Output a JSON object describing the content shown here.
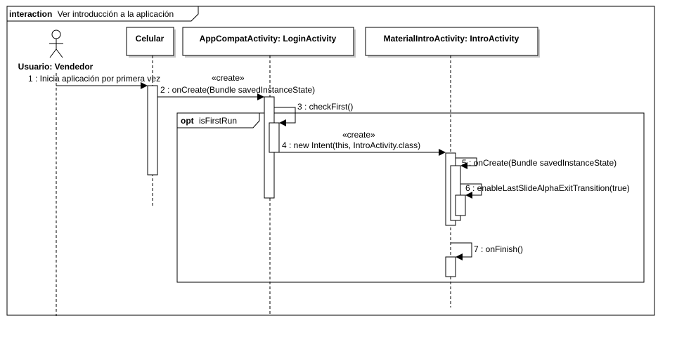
{
  "frame": {
    "keyword": "interaction",
    "title": "Ver introducción a la aplicación"
  },
  "actor": {
    "name": "Usuario: Vendedor"
  },
  "lifelines": {
    "celular": "Celular",
    "login": "AppCompatActivity: LoginActivity",
    "intro": "MaterialIntroActivity: IntroActivity"
  },
  "fragment": {
    "operator": "opt",
    "guard": "isFirstRun"
  },
  "messages": {
    "m1": "1 : Inicia aplicación por primera vez",
    "m1_stereo": "«create»",
    "m2": "2 : onCreate(Bundle savedInstanceState)",
    "m3": "3 : checkFirst()",
    "m4_stereo": "«create»",
    "m4": "4 : new Intent(this, IntroActivity.class)",
    "m5": "5 : onCreate(Bundle savedInstanceState)",
    "m6": "6 : enableLastSlideAlphaExitTransition(true)",
    "m7": "7 : onFinish()"
  }
}
